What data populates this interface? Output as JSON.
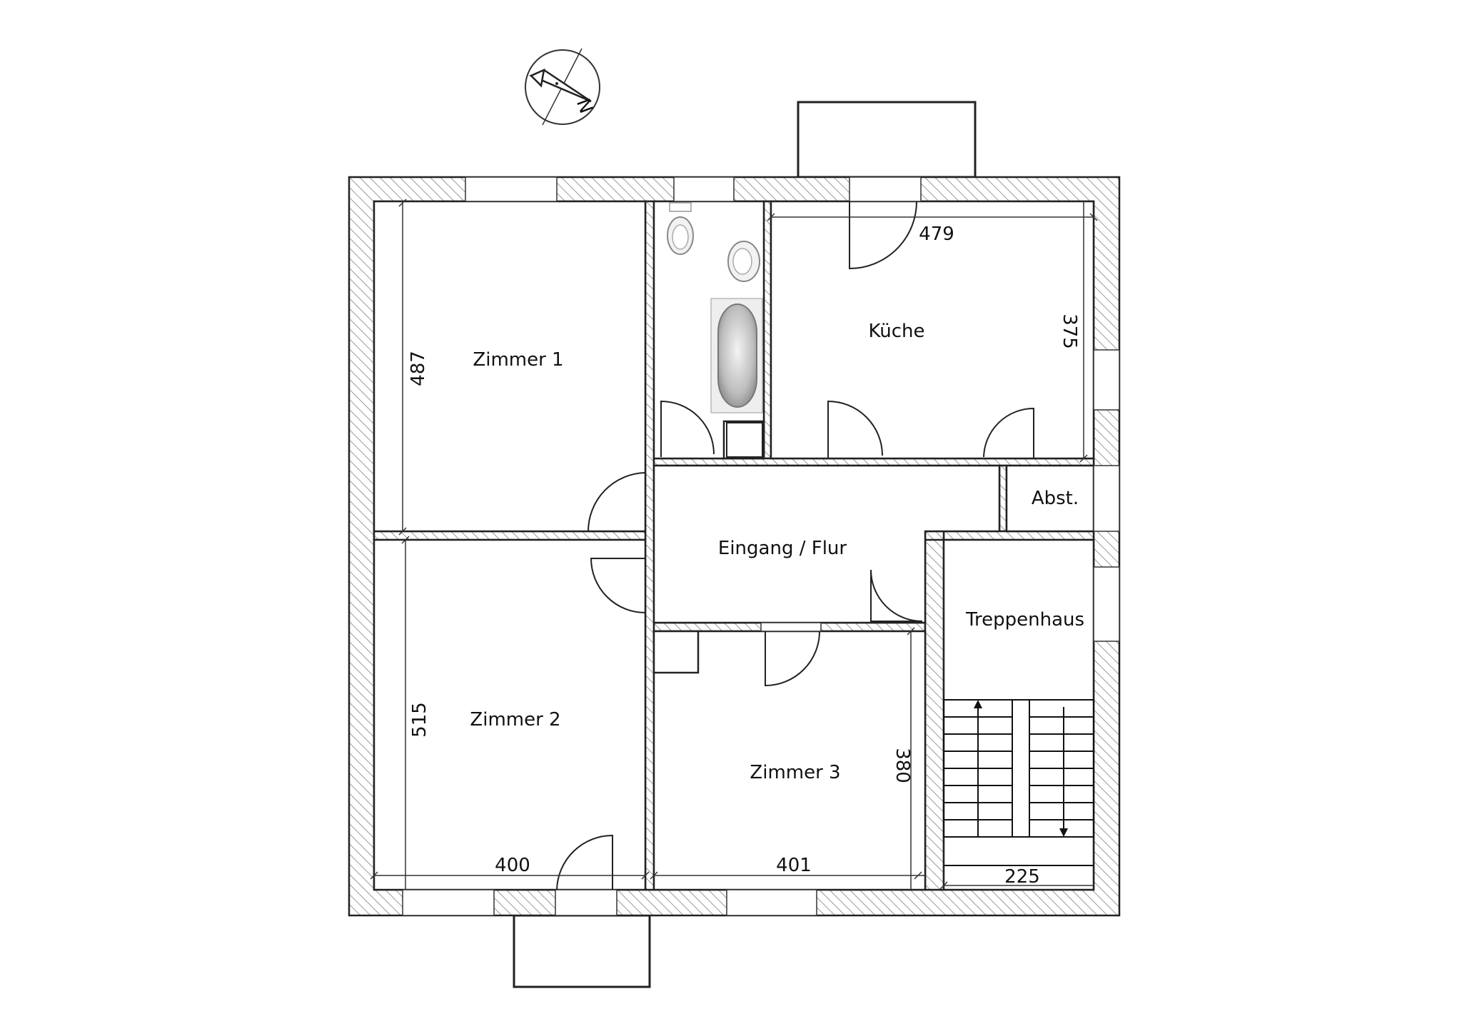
{
  "rooms": {
    "zimmer1": "Zimmer 1",
    "zimmer2": "Zimmer 2",
    "zimmer3": "Zimmer 3",
    "kueche": "Küche",
    "flur": "Eingang / Flur",
    "abst": "Abst.",
    "treppenhaus": "Treppenhaus"
  },
  "dimensions": {
    "zimmer1_height": "487",
    "zimmer2_height": "515",
    "zimmer2_width": "400",
    "zimmer3_width": "401",
    "zimmer3_height": "380",
    "kueche_width": "479",
    "kueche_height": "375",
    "treppenhaus_width": "225"
  },
  "compass": {
    "label": "N"
  },
  "colors": {
    "line": "#222222",
    "hatch": "#9a9a9a",
    "background": "#ffffff"
  }
}
